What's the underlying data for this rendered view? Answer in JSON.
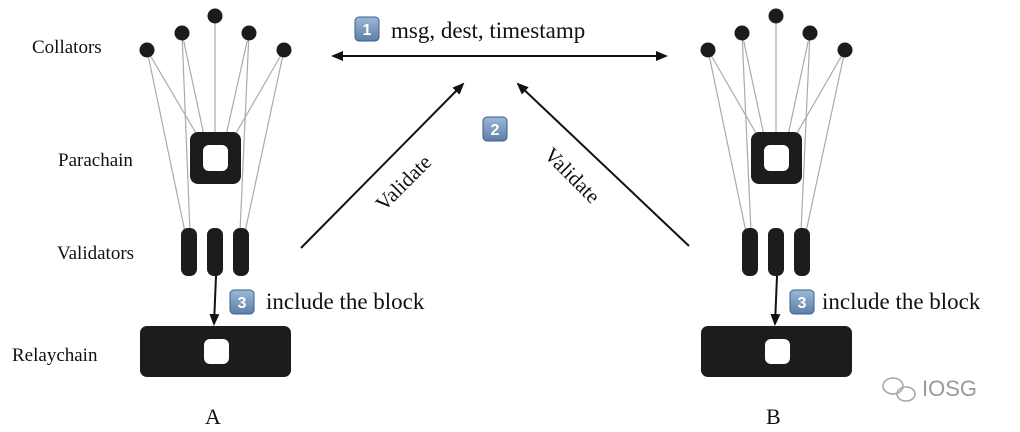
{
  "labels": {
    "collators": "Collators",
    "parachain": "Parachain",
    "validators": "Validators",
    "relaychain": "Relaychain",
    "chain_a": "A",
    "chain_b": "B"
  },
  "steps": {
    "step1": {
      "number": "1",
      "text": "msg, dest, timestamp"
    },
    "step2": {
      "number": "2"
    },
    "step3_a": {
      "number": "3",
      "text": "include the block"
    },
    "step3_b": {
      "number": "3",
      "text": "include the block"
    }
  },
  "arrows": {
    "left_label": "Validate",
    "right_label": "Validate"
  },
  "watermark": "IOSG",
  "colors": {
    "badge_blue": "#6f8fb3",
    "badge_border": "#3d5e86",
    "node_fill": "#1c1c1c",
    "line_gray": "#aaaaaa",
    "arrow_black": "#111111"
  }
}
